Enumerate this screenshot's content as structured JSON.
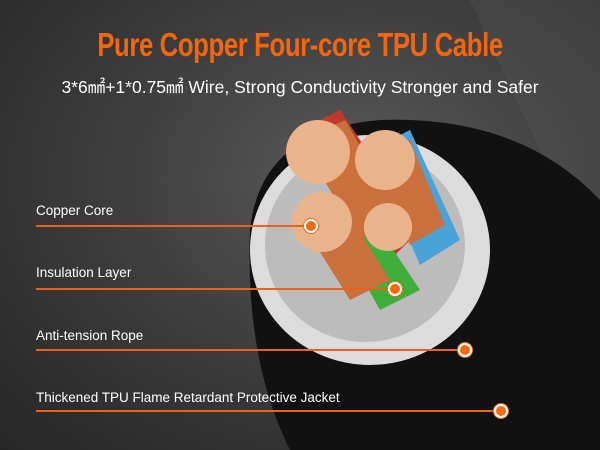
{
  "header": {
    "title": "Pure Copper Four-core TPU Cable",
    "subtitle": "3*6㎟+1*0.75㎟ Wire, Strong Conductivity Stronger and Safer"
  },
  "callouts": [
    {
      "label": "Copper Core"
    },
    {
      "label": "Insulation Layer"
    },
    {
      "label": "Anti-tension Rope"
    },
    {
      "label": "Thickened TPU Flame Retardant Protective Jacket"
    }
  ],
  "colors": {
    "accent": "#f26a12",
    "copper": "#d98a55",
    "insulation_red": "#c0392b",
    "insulation_blue": "#4aa3d8",
    "insulation_green": "#3fae3a",
    "sheath": "#e8e8e8",
    "jacket": "#151515"
  }
}
